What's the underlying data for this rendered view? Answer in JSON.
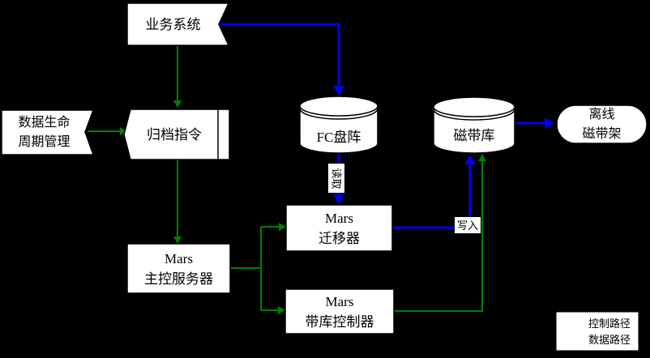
{
  "diagram": {
    "background": "#000000",
    "colors": {
      "control_path": "#008000",
      "data_path": "#0000EE",
      "node_fill": "#FFFFFF",
      "node_border": "#000000",
      "text": "#000000"
    },
    "nodes": {
      "business_system": {
        "label": "业务系统"
      },
      "lifecycle_mgmt": {
        "line1": "数据生命",
        "line2": "周期管理"
      },
      "archive_command": {
        "label": "归档指令"
      },
      "fc_disk_array": {
        "label": "FC盘阵"
      },
      "tape_library": {
        "label": "磁带库"
      },
      "offline_tape_rack": {
        "line1": "离线",
        "line2": "磁带架"
      },
      "mars_master": {
        "line1": "Mars",
        "line2": "主控服务器"
      },
      "mars_migrator": {
        "line1": "Mars",
        "line2": "迁移器"
      },
      "mars_tape_controller": {
        "line1": "Mars",
        "line2": "带库控制器"
      }
    },
    "edge_labels": {
      "read": "读取",
      "write": "写入"
    },
    "legend": {
      "control": "控制路径",
      "data": "数据路径"
    }
  }
}
